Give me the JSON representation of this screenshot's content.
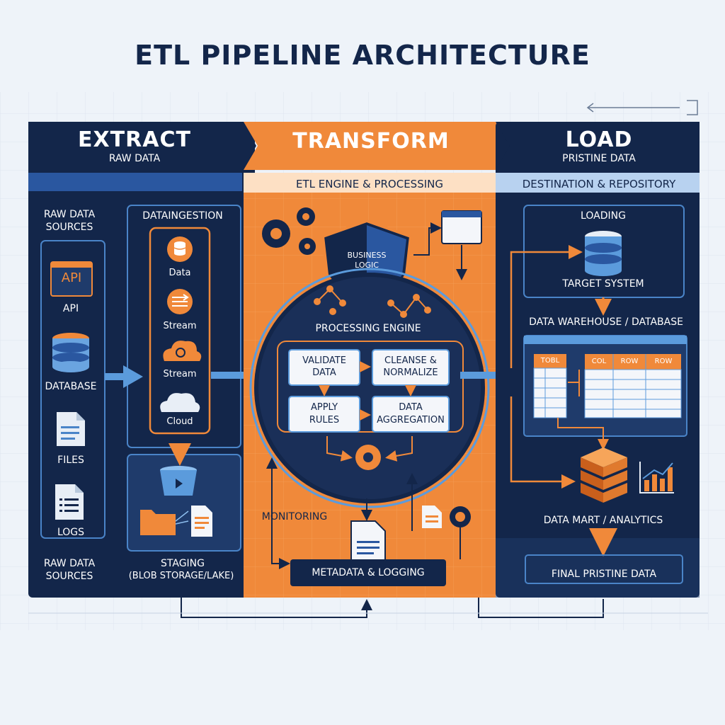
{
  "title": "ETL PIPELINE ARCHITECTURE",
  "extract": {
    "heading": "EXTRACT",
    "sub": "RAW DATA",
    "sources_label": "RAW DATA SOURCES",
    "api_icon_text": "API",
    "api": "API",
    "database": "DATABASE",
    "files": "FILES",
    "logs": "LOGS",
    "sources_footer": "RAW DATA SOURCES",
    "ingestion_label": "DATAINGESTION",
    "ing_data": "Data",
    "ing_stream1": "Stream",
    "ing_stream2": "Stream",
    "ing_cloud": "Cloud",
    "staging_line1": "STAGING",
    "staging_line2": "(BLOB STORAGE/LAKE)"
  },
  "transform": {
    "heading": "TRANSFORM",
    "subheader": "ETL ENGINE & PROCESSING",
    "business_logic_1": "BUSINESS",
    "business_logic_2": "LOGIC",
    "engine_label": "PROCESSING ENGINE",
    "validate_1": "VALIDATE",
    "validate_2": "DATA",
    "cleanse_1": "CLEANSE &",
    "cleanse_2": "NORMALIZE",
    "apply_1": "APPLY",
    "apply_2": "RULES",
    "aggregation_1": "DATA",
    "aggregation_2": "AGGREGATION",
    "monitoring": "MONITORING",
    "metadata": "METADATA & LOGGING"
  },
  "load": {
    "heading": "LOAD",
    "sub": "PRISTINE DATA",
    "subheader": "DESTINATION & REPOSITORY",
    "loading": "LOADING",
    "target_system": "TARGET SYSTEM",
    "warehouse": "DATA WAREHOUSE / DATABASE",
    "col_tobl": "TOBL",
    "col_col": "COL",
    "col_row1": "ROW",
    "col_row2": "ROW",
    "data_mart": "DATA MART / ANALYTICS",
    "final": "FINAL PRISTINE DATA"
  },
  "colors": {
    "navy": "#13264a",
    "orange": "#f0893a",
    "blue_accent": "#5b9bdc",
    "background": "#eef3f9"
  }
}
